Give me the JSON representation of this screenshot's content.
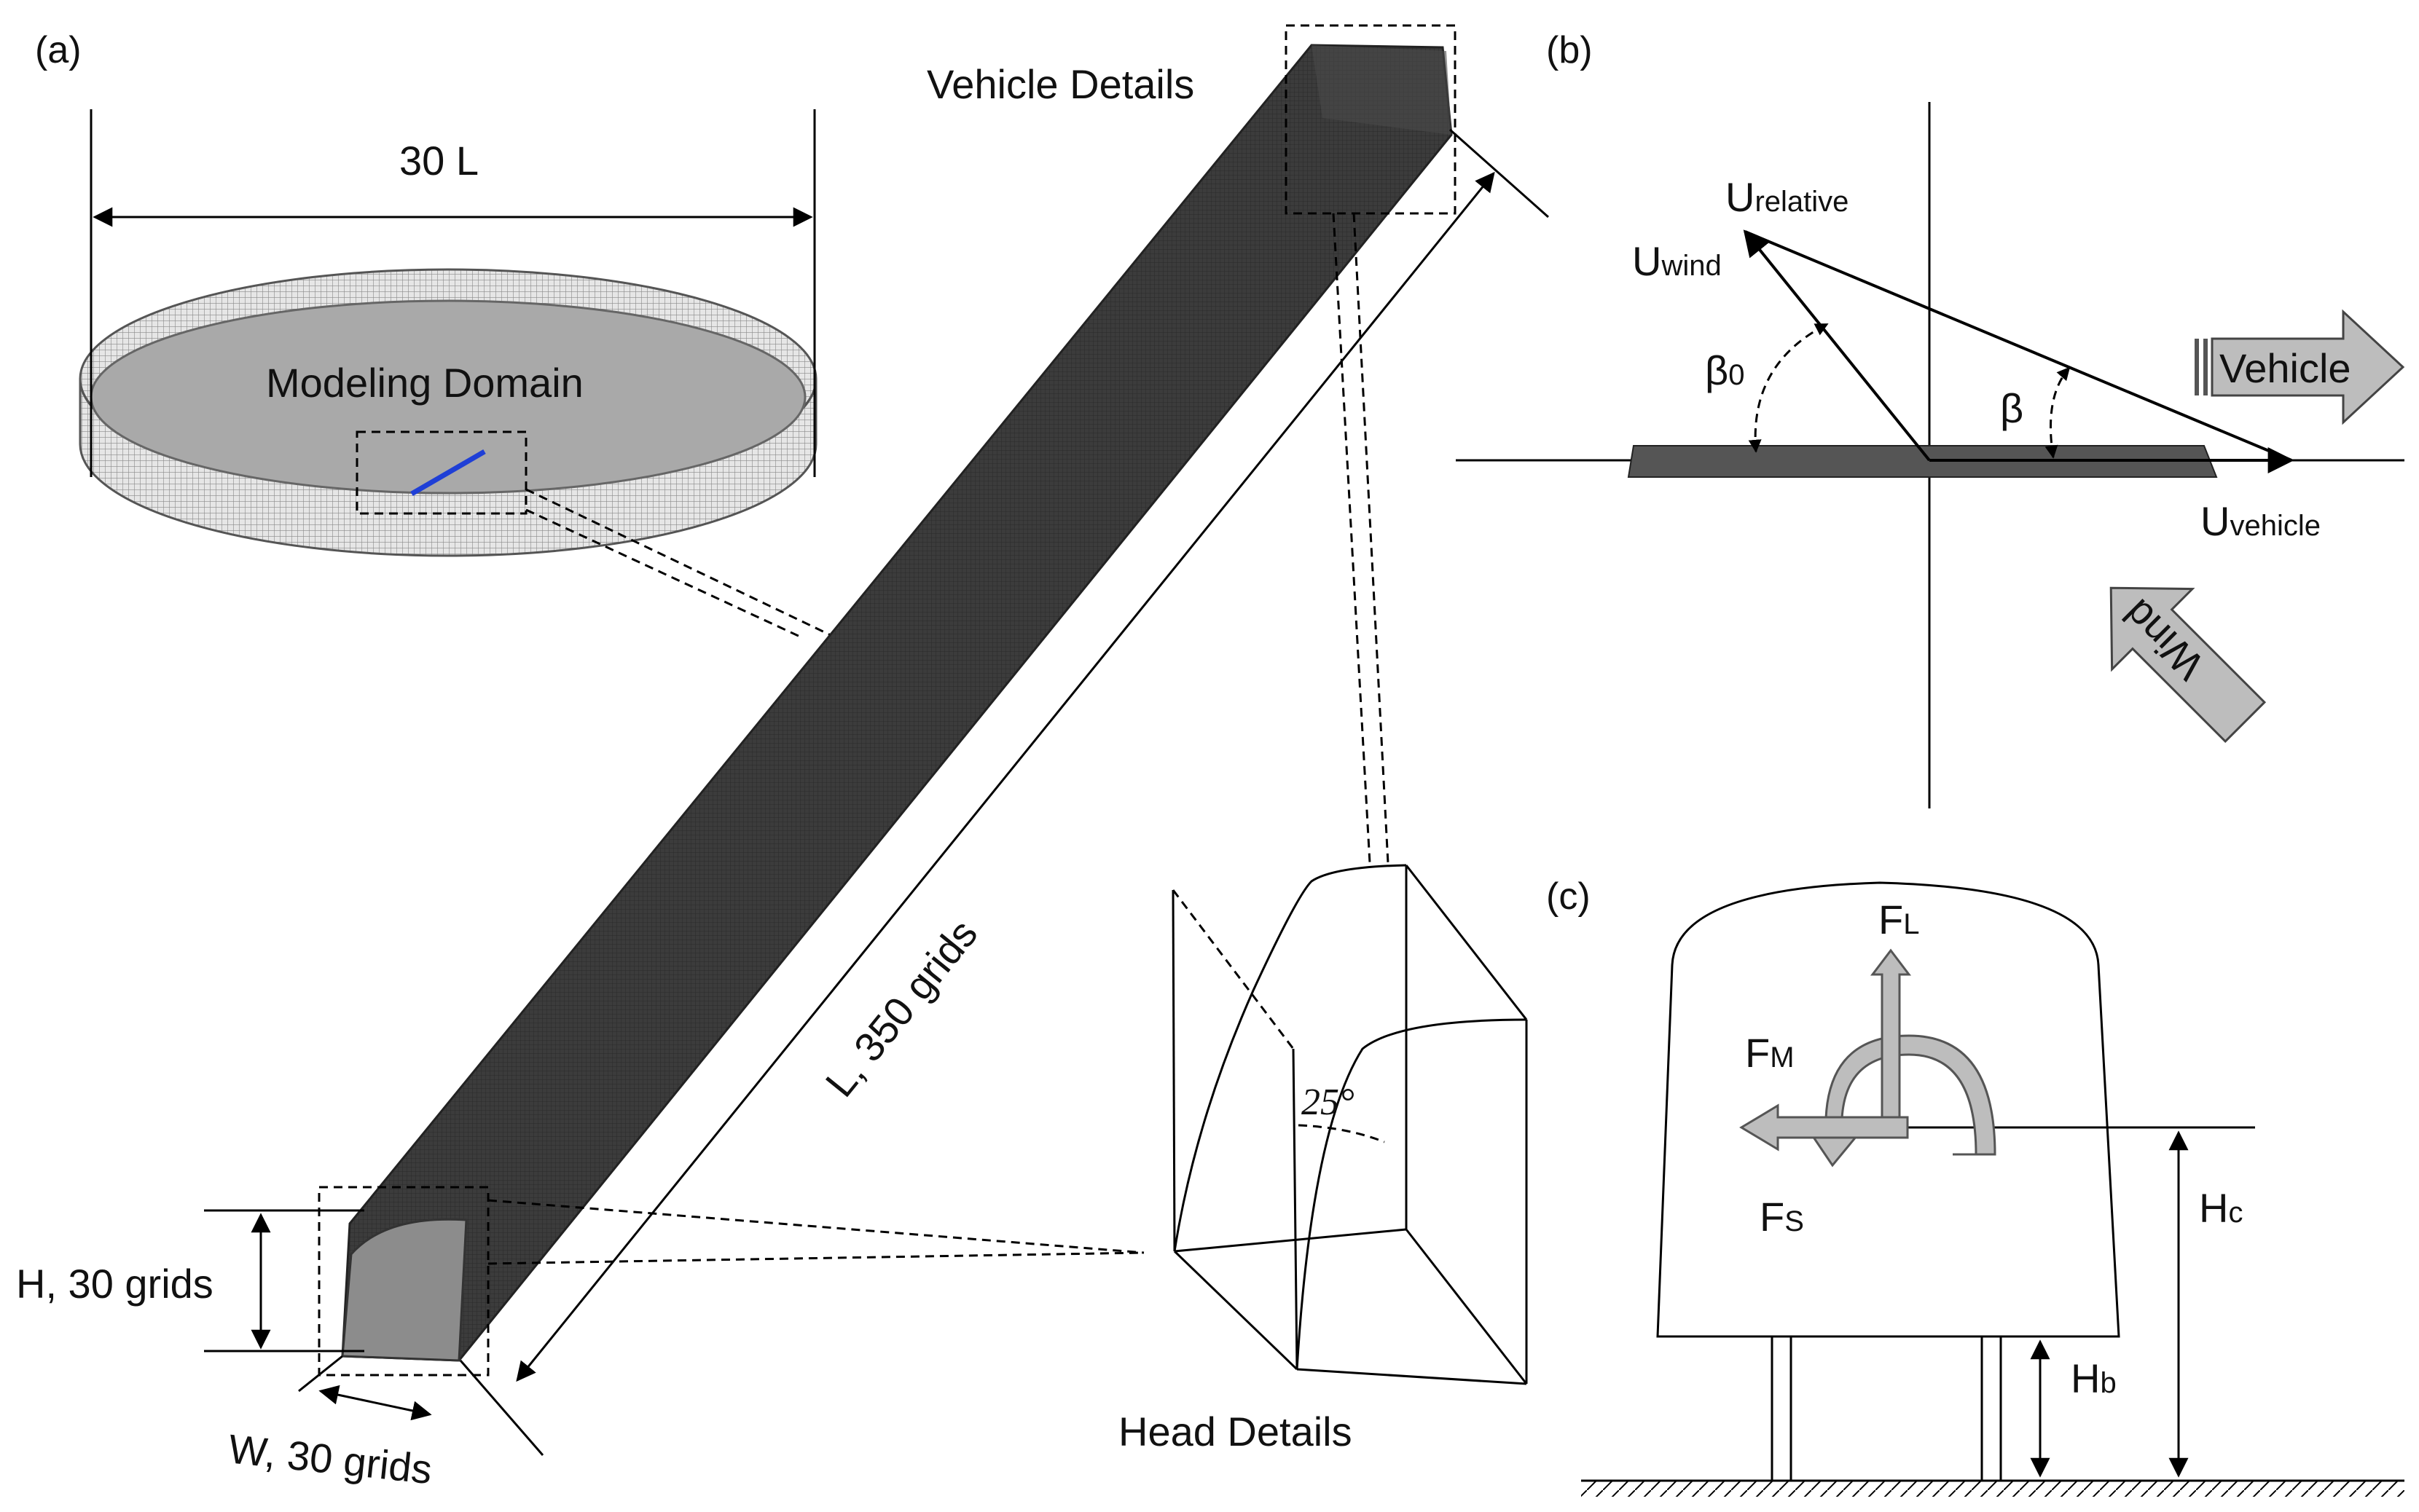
{
  "panels": {
    "a": {
      "label": "(a)",
      "domain_width": "30 L",
      "domain_label": "Modeling Domain",
      "vehicle_details": "Vehicle Details",
      "length_label": "L, 350 grids",
      "height_label": "H, 30 grids",
      "width_label": "W, 30 grids",
      "head_details": "Head Details",
      "head_angle": "25°"
    },
    "b": {
      "label": "(b)",
      "u_relative": {
        "main": "U",
        "sub": "relative"
      },
      "u_wind": {
        "main": "U",
        "sub": "wind"
      },
      "u_vehicle": {
        "main": "U",
        "sub": "vehicle"
      },
      "beta0": {
        "main": "β",
        "sub": "0"
      },
      "beta": "β",
      "vehicle_arrow": "Vehicle",
      "wind_arrow": "Wind"
    },
    "c": {
      "label": "(c)",
      "f_lift": {
        "main": "F",
        "sub": "L"
      },
      "f_moment": {
        "main": "F",
        "sub": "M"
      },
      "f_side": {
        "main": "F",
        "sub": "S"
      },
      "h_center": {
        "main": "H",
        "sub": "c"
      },
      "h_bottom": {
        "main": "H",
        "sub": "b"
      }
    }
  },
  "colors": {
    "vehicle_body": "#3a3a3a",
    "vehicle_end": "#8c8c8c",
    "domain_floor": "#a9a9a9",
    "domain_wall": "#d4d4d4",
    "modeling_line": "#1f3fd6",
    "arrow_fill": "#bdbdbd"
  }
}
